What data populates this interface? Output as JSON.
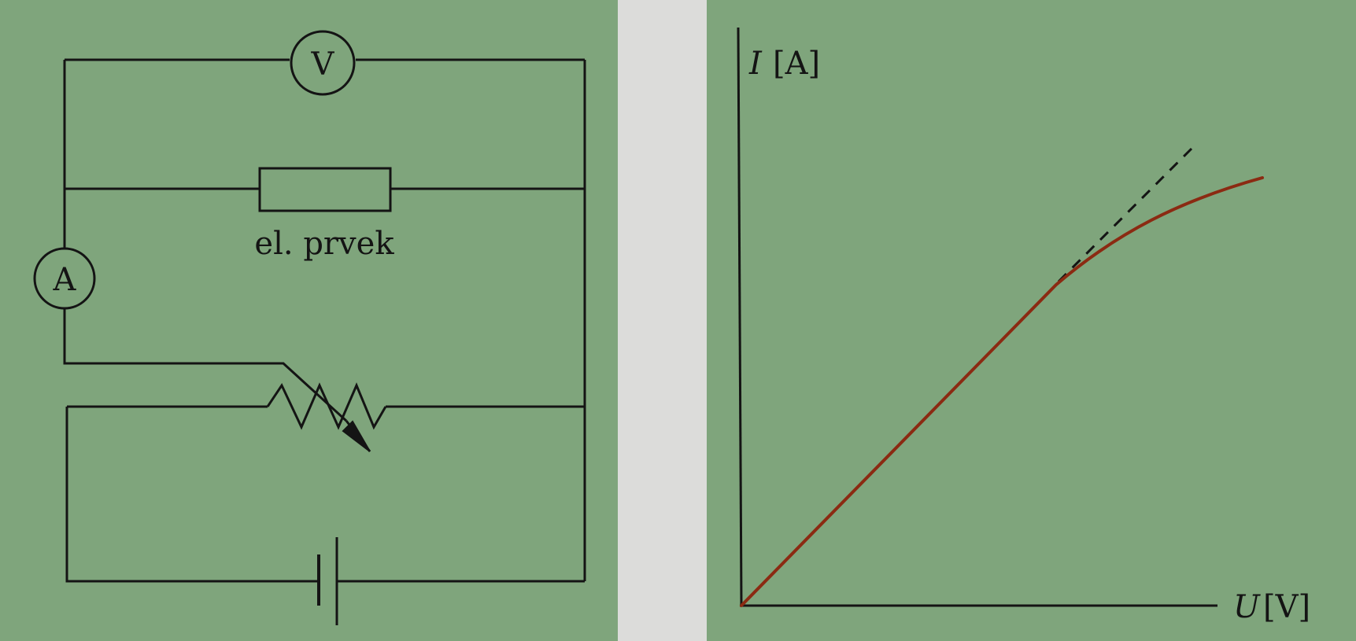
{
  "circuit": {
    "voltmeter_symbol": "V",
    "ammeter_symbol": "A",
    "element_label": "el. prvek"
  },
  "graph": {
    "y_axis": {
      "symbol": "I",
      "unit": "[A]"
    },
    "x_axis": {
      "symbol": "U",
      "unit": "[V]"
    },
    "curve_color": "#8b2a12",
    "axis_color": "#141414"
  }
}
